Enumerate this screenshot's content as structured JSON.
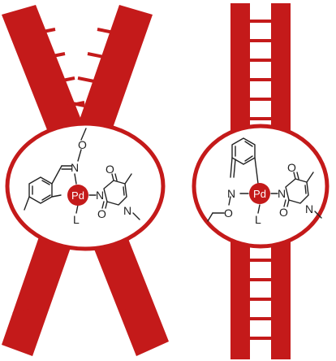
{
  "colors": {
    "strand": "#c41a1a",
    "ring_fill": "#ffffff",
    "pd_circle": "#c41a1a",
    "bond": "#222222",
    "background": "#ffffff"
  },
  "left_complex": {
    "metal": "Pd",
    "ligand": "L",
    "atoms": {
      "imine_n": "N",
      "oxime_o": "O",
      "thymine_n1": "N",
      "thymine_n3": "N",
      "thymine_o2": "O",
      "thymine_o4": "O"
    }
  },
  "right_complex": {
    "metal": "Pd",
    "ligand": "L",
    "atoms": {
      "imine_n": "N",
      "oxime_o": "O",
      "thymine_n1": "N",
      "thymine_n3": "N",
      "thymine_o2": "O",
      "thymine_o4": "O"
    }
  }
}
